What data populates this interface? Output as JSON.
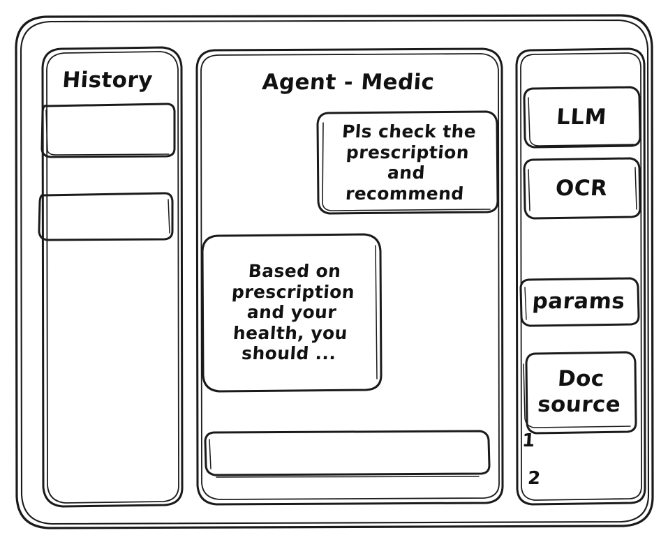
{
  "window": {
    "frame_name": "app-window-frame"
  },
  "sidebar": {
    "title": "History",
    "items": [
      {
        "label": "",
        "name": "history-item"
      },
      {
        "label": "",
        "name": "history-item"
      }
    ]
  },
  "main": {
    "title": "Agent - Medic",
    "messages": [
      {
        "role": "user",
        "lines": [
          "Pls check the",
          "prescription",
          "and recommend"
        ]
      },
      {
        "role": "assistant",
        "lines": [
          "Based on",
          "prescription",
          "and your",
          "health, you",
          "should ..."
        ]
      }
    ],
    "composer": {
      "value": "",
      "placeholder": ""
    }
  },
  "tools": {
    "buttons": [
      {
        "label": "LLM"
      },
      {
        "label": "OCR"
      },
      {
        "label": "params"
      }
    ],
    "doc_source": {
      "lines": [
        "Doc",
        "source"
      ],
      "items": [
        "1",
        "2"
      ]
    }
  },
  "style": {
    "stroke": "#1a1a1a",
    "background": "#ffffff"
  }
}
